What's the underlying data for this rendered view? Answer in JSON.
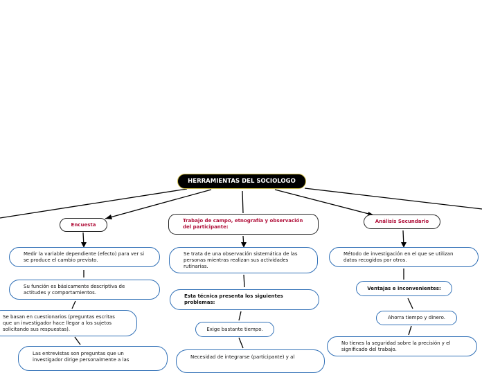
{
  "root": {
    "title": "HERRAMIENTAS DEL SOCIOLOGO"
  },
  "branches": {
    "encuesta": {
      "label": "Encuesta",
      "items": [
        "Medir la variable dependiente (efecto) para ver si se produce el cambio previsto.",
        "Su función es básicamente descriptiva de actitudes y comportamientos.",
        "Se basan en cuestionarios (preguntas escritas que un investigador hace llegar a los sujetos solicitando sus respuestas).",
        "Las entrevistas son preguntas que un investigador dirige personalmente a las"
      ]
    },
    "campo": {
      "label": "Trabajo de campo, etnografía y observación del participante:",
      "items": [
        "Se trata de una observación sistemática de las personas mientras realizan sus actividades rutinarias.",
        "Esta técnica presenta los siguientes problemas:",
        "Exige bastante tiempo.",
        "Necesidad de integrarse (participante) y al"
      ]
    },
    "secundario": {
      "label": "Análisis Secundario",
      "items": [
        "Método de investigación en el que se utilizan datos recogidos por otros.",
        "Ventajas e inconvenientes:",
        "Ahorra tiempo y dinero.",
        "No tienes la seguridad sobre la precisión y el significado del trabajo."
      ]
    }
  },
  "colors": {
    "node_border": "#2f6fb6",
    "branch_text": "#b0103a",
    "root_bg": "#000000",
    "root_border": "#d4c24a"
  }
}
